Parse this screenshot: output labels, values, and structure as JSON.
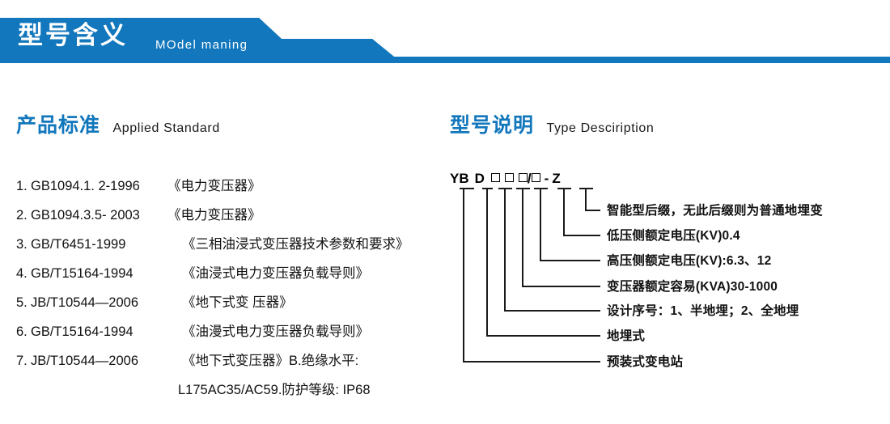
{
  "banner": {
    "title": "型号含义",
    "subtitle": "MOdel maning",
    "accent_color": "#1277bc"
  },
  "sections": {
    "standard": {
      "cn": "产品标准",
      "en": "Applied Standard"
    },
    "type": {
      "cn": "型号说明",
      "en": "Type Desciription"
    }
  },
  "standards": [
    {
      "idx": "1.",
      "code": "GB1094.1. 2-1996",
      "name": "《电力变压器》"
    },
    {
      "idx": "2.",
      "code": "GB1094.3.5- 2003",
      "name": "《电力变压器》"
    },
    {
      "idx": "3.",
      "code": "GB/T6451-1999",
      "name": "《三相油浸式变压器技术参数和要求》"
    },
    {
      "idx": "4.",
      "code": "GB/T15164-1994",
      "name": "《油浸式电力变压器负载导则》"
    },
    {
      "idx": "5.",
      "code": "JB/T10544—2006",
      "name": "《地下式变 压器》"
    },
    {
      "idx": "6.",
      "code": "GB/T15164-1994",
      "name": "《油漫式电力变压器负载导则》"
    },
    {
      "idx": "7.",
      "code": "JB/T10544—2006",
      "name": "《地下式变压器》B.绝缘水平:"
    }
  ],
  "standards_continuation": "L175AC35/AC59.防护等级: IP68",
  "model_code": {
    "parts": [
      "YB",
      "D",
      "□",
      "□",
      "□",
      "/",
      "□",
      "-",
      "Z"
    ],
    "display": "YB D □□□/□ - Z"
  },
  "annotations": [
    {
      "label": "智能型后缀，无此后缀则为普通地埋变"
    },
    {
      "label": "低压侧额定电压(KV)0.4"
    },
    {
      "label": "高压侧额定电压(KV):6.3、12"
    },
    {
      "label": "变压器额定容易(KVA)30-1000"
    },
    {
      "label": "设计序号：1、半地埋；2、全地埋"
    },
    {
      "label": "地埋式"
    },
    {
      "label": "预装式变电站"
    }
  ]
}
